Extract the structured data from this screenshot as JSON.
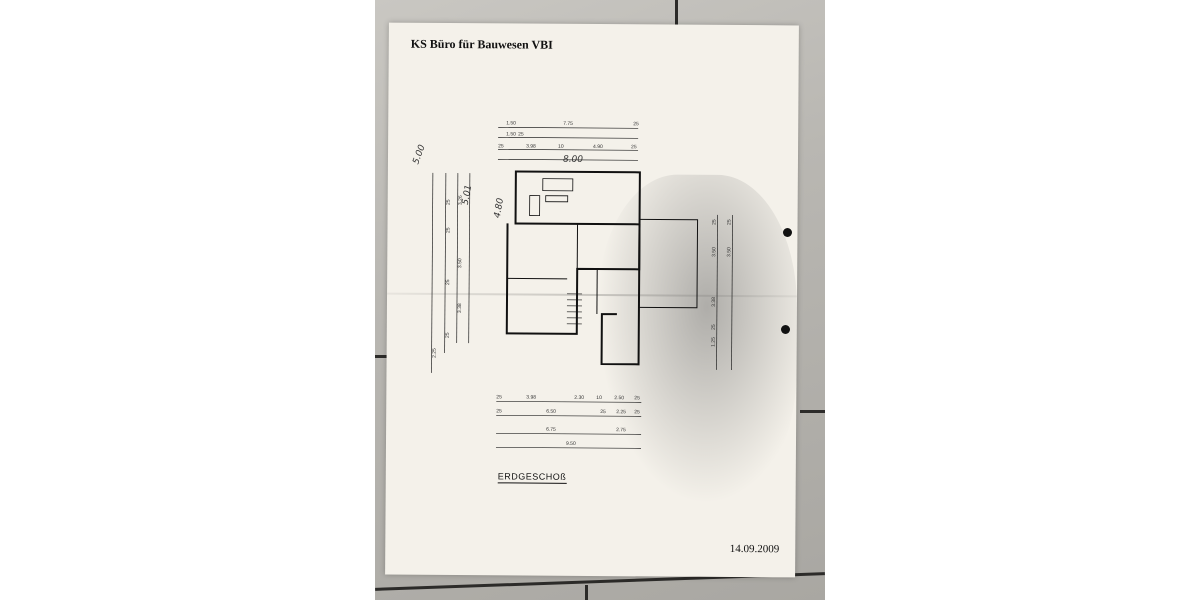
{
  "document": {
    "header": "KS Büro für Bauwesen VBI",
    "floor_label": "ERDGESCHOß",
    "date": "14.09.2009",
    "dimensions_top": [
      "1.50",
      "7.75",
      "25",
      "1.50",
      "25",
      "25",
      "3.98",
      "10",
      "4.90",
      "25"
    ],
    "dimensions_bottom_row1": [
      "25",
      "3.98",
      "2.30",
      "10",
      "2.50",
      "25"
    ],
    "dimensions_bottom_row2": [
      "25",
      "6.50",
      "25",
      "2.25",
      "25"
    ],
    "dimensions_bottom_row3": [
      "6.75",
      "2.75"
    ],
    "dimensions_bottom_row4": [
      "9.50"
    ],
    "dimensions_left": [
      "25",
      "3.26",
      "25",
      "3.50",
      "25",
      "3.38",
      "25",
      "2.25"
    ],
    "dimensions_right": [
      "25",
      "3.50",
      "25",
      "3.50",
      "3.38",
      "25",
      "1.25"
    ],
    "handwritten_notes": [
      "5.00",
      "4.80",
      "5.01",
      "8.00"
    ]
  },
  "colors": {
    "paper": "#f4f1ea",
    "ink": "#111111",
    "floor": "#2c2b29"
  }
}
